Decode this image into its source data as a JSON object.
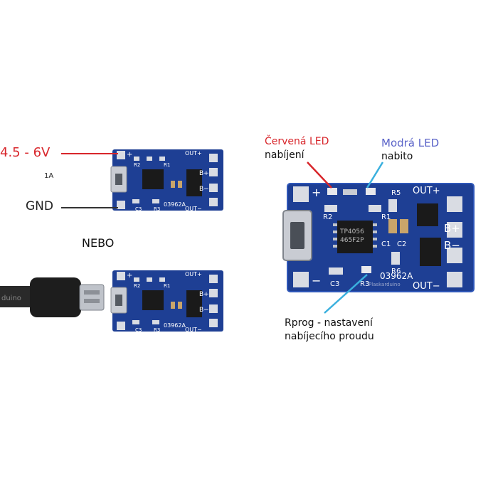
{
  "colors": {
    "pcb_blue": "#1e3f94",
    "pcb_edge": "#2e56b8",
    "pad_silver": "#d9dce3",
    "red_line": "#d8262b",
    "blue_label": "#5a63c8",
    "cyan_line": "#3ab0de",
    "gnd_line": "#333333",
    "chip_black": "#1a1a1a"
  },
  "left": {
    "voltage_label": "4.5 -  6V",
    "current_label": "1A",
    "gnd_label": "GND",
    "or_label": "NEBO",
    "cable_brand": "duino"
  },
  "board": {
    "plus": "+",
    "minus": "−",
    "out_plus": "OUT+",
    "out_minus": "OUT−",
    "b_plus": "B+",
    "b_minus": "B−",
    "r1": "R1",
    "r2": "R2",
    "r3": "R3",
    "r5": "R5",
    "r6": "R6",
    "c1": "C1",
    "c2": "C2",
    "c3": "C3",
    "code": "03962A",
    "chip_line1": "TP4056",
    "chip_line2": "465F2P",
    "watermark": "Plaskarduino"
  },
  "annotations": {
    "red_led_title": "Červená LED",
    "red_led_desc": "nabíjení",
    "blue_led_title": "Modrá LED",
    "blue_led_desc": "nabito",
    "rprog_line1": "Rprog - nastavení",
    "rprog_line2": "nabíjecího proudu"
  }
}
